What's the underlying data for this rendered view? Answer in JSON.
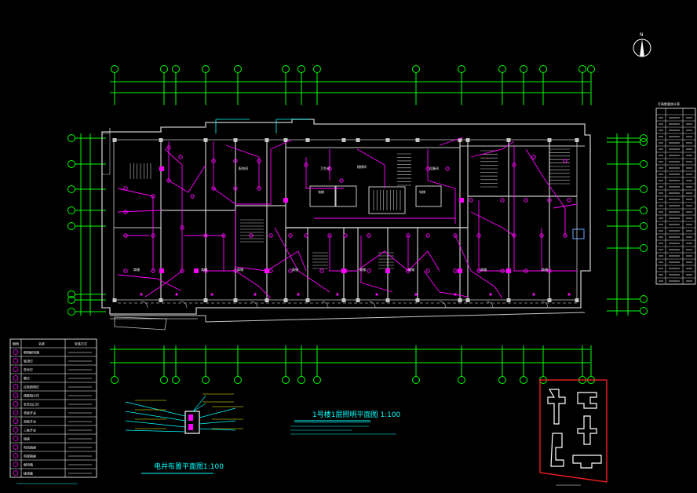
{
  "colors": {
    "background": "#000000",
    "wall": "#c8c8c8",
    "wiring": "#ff00ff",
    "axis": "#00ff00",
    "annotation": "#00ffff",
    "text": "#ffffff",
    "keyplan_frame": "#ff2020",
    "yellow": "#ffff00"
  },
  "drawing": {
    "main_title": "1号楼1层照明平面图  1:100",
    "detail_title": "电井布置平面图1:100",
    "north_symbol": "N",
    "room_labels": [
      "配电间",
      "楼梯间",
      "电梯",
      "电梯",
      "卫生间",
      "设备间",
      "商铺",
      "商铺",
      "商铺",
      "商铺",
      "商铺",
      "商铺",
      "商铺",
      "商铺"
    ],
    "legend_header": [
      "图例",
      "名称",
      "安装方式"
    ],
    "legend_rows": [
      "照明配电箱",
      "吸顶灯",
      "荧光灯",
      "壁灯",
      "应急照明灯",
      "疏散指示灯",
      "安全出口灯",
      "单联开关",
      "双联开关",
      "三联开关",
      "插座",
      "电话插座",
      "电视插座",
      "弱电箱",
      "接线盒"
    ],
    "schedule_header": "灯具数量统计表"
  },
  "icons": [
    "north-arrow-icon"
  ]
}
